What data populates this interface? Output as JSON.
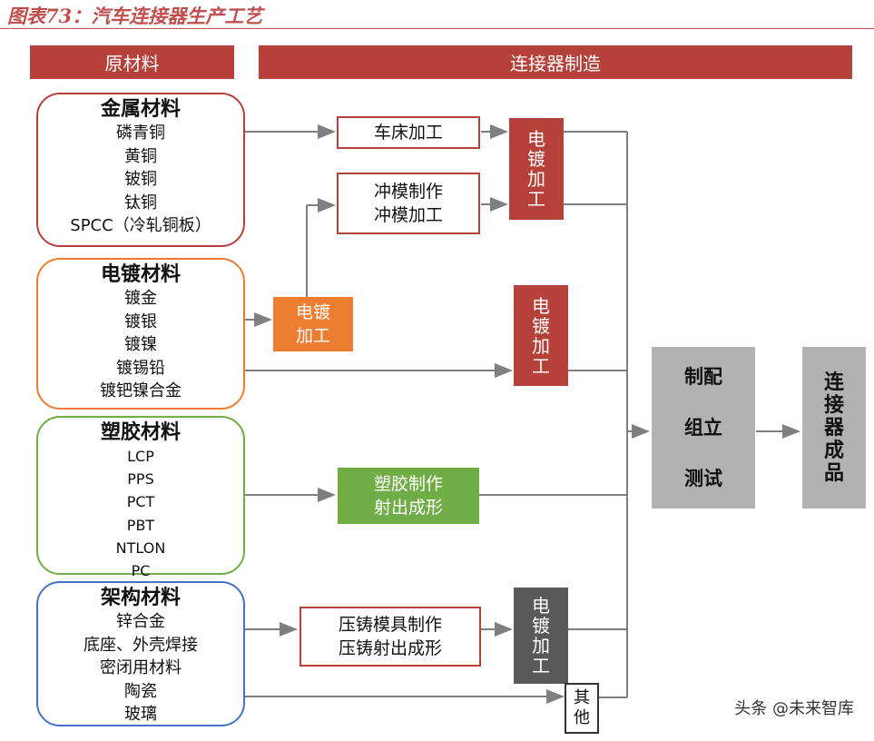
{
  "title": "图表73：汽车连接器生产工艺",
  "headers": {
    "raw": "原材料",
    "mfg": "连接器制造"
  },
  "materials": {
    "metal": {
      "title": "金属材料",
      "items": [
        "磷青铜",
        "黄铜",
        "铍铜",
        "钛铜",
        "SPCC（冷轧铜板）"
      ]
    },
    "plating": {
      "title": "电镀材料",
      "items": [
        "镀金",
        "镀银",
        "镀镍",
        "镀锡铅",
        "镀钯镍合金"
      ]
    },
    "plastic": {
      "title": "塑胶材料",
      "items": [
        "LCP",
        "PPS",
        "PCT",
        "PBT",
        "NTLON",
        "PC"
      ]
    },
    "frame": {
      "title": "架构材料",
      "items": [
        "锌合金",
        "底座、外壳焊接",
        "密闭用材料",
        "陶瓷",
        "玻璃"
      ]
    }
  },
  "process": {
    "lathe": "车床加工",
    "stamp": [
      "冲模制作",
      "冲模加工"
    ],
    "plating_small": [
      "电镀",
      "加工"
    ],
    "plastic": [
      "塑胶制作",
      "射出成形"
    ],
    "diecast": [
      "压铸模具制作",
      "压铸射出成形"
    ],
    "electroplate": [
      "电",
      "镀",
      "加",
      "工"
    ],
    "other": [
      "其",
      "他"
    ]
  },
  "assembly": [
    "制配",
    "组立",
    "测试"
  ],
  "product": [
    "连",
    "接",
    "器",
    "成",
    "品"
  ],
  "watermark": "头条 @未来智库",
  "colors": {
    "red": "#b5413a",
    "orange": "#ed7d31",
    "green": "#70ad47",
    "blue": "#4472c4",
    "dark": "#595959",
    "gray": "#b2b2b2",
    "line": "#7f7f7f"
  }
}
